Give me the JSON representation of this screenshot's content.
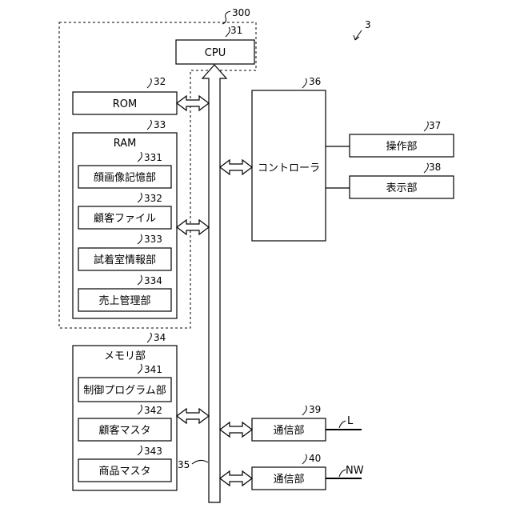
{
  "figure_ref": "3",
  "dashed_group_ref": "300",
  "cpu": {
    "ref": "31",
    "label": "CPU"
  },
  "rom": {
    "ref": "32",
    "label": "ROM"
  },
  "ram": {
    "ref": "33",
    "label": "RAM",
    "items": [
      {
        "ref": "331",
        "label": "顔画像記憶部"
      },
      {
        "ref": "332",
        "label": "顧客ファイル"
      },
      {
        "ref": "333",
        "label": "試着室情報部"
      },
      {
        "ref": "334",
        "label": "売上管理部"
      }
    ]
  },
  "memory": {
    "ref": "34",
    "label": "メモリ部",
    "items": [
      {
        "ref": "341",
        "label": "制御プログラム部"
      },
      {
        "ref": "342",
        "label": "顧客マスタ"
      },
      {
        "ref": "343",
        "label": "商品マスタ"
      }
    ]
  },
  "bus": {
    "ref": "35"
  },
  "controller": {
    "ref": "36",
    "label": "コントローラ"
  },
  "operation_unit": {
    "ref": "37",
    "label": "操作部"
  },
  "display_unit": {
    "ref": "38",
    "label": "表示部"
  },
  "comm_l": {
    "ref": "39",
    "label": "通信部",
    "line_label": "L"
  },
  "comm_nw": {
    "ref": "40",
    "label": "通信部",
    "line_label": "NW"
  }
}
